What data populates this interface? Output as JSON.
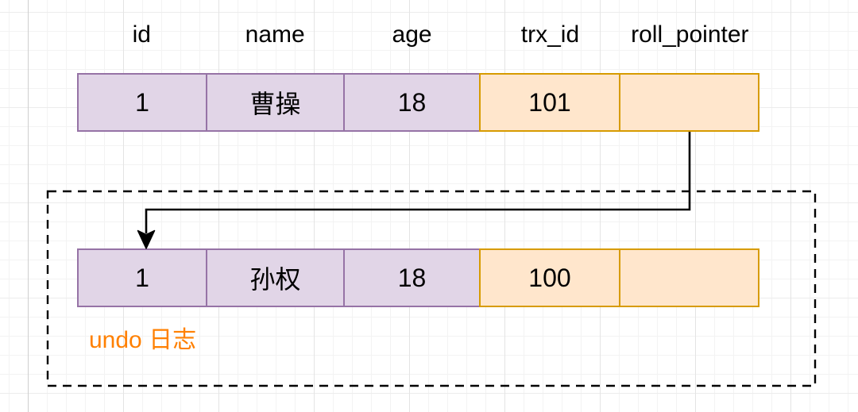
{
  "table": {
    "columns": [
      {
        "label": "id"
      },
      {
        "label": "name"
      },
      {
        "label": "age"
      },
      {
        "label": "trx_id"
      },
      {
        "label": "roll_pointer"
      }
    ],
    "current_row": {
      "id": "1",
      "name": "曹操",
      "age": "18",
      "trx_id": "101",
      "roll_pointer": ""
    },
    "undo_row": {
      "id": "1",
      "name": "孙权",
      "age": "18",
      "trx_id": "100",
      "roll_pointer": ""
    }
  },
  "undo_box": {
    "label": "undo 日志"
  },
  "colors": {
    "record_fill": "#e1d5e7",
    "record_border": "#9673a6",
    "hidden_field_fill": "#ffe6cc",
    "hidden_field_border": "#d79b00",
    "undo_label_text": "#ff8000",
    "arrow": "#000000",
    "undo_box_border": "#000000"
  }
}
